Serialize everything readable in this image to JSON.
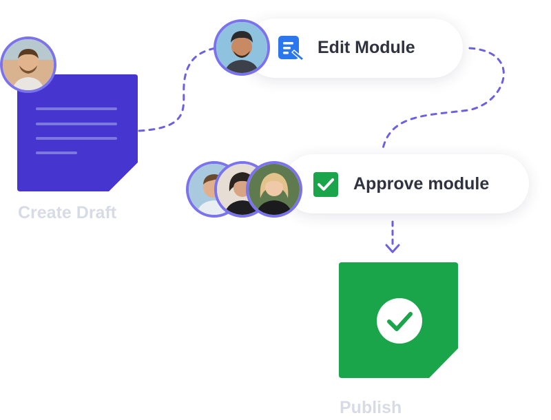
{
  "steps": {
    "draft": {
      "label": "Create Draft",
      "icon": "document-icon"
    },
    "edit": {
      "label": "Edit Module",
      "icon": "edit-document-icon"
    },
    "approve": {
      "label": "Approve module",
      "icon": "checkbox-checked-icon"
    },
    "publish": {
      "label": "Publish",
      "icon": "check-circle-icon"
    }
  },
  "colors": {
    "draft_doc": "#4636cf",
    "publish_doc": "#1aa54a",
    "connector": "#6b5fe2",
    "avatar_ring": "#7b72ee",
    "caption": "#d6dbe6",
    "label": "#2f3340",
    "edit_icon": "#2b77ee",
    "check_box": "#1aa54a"
  }
}
